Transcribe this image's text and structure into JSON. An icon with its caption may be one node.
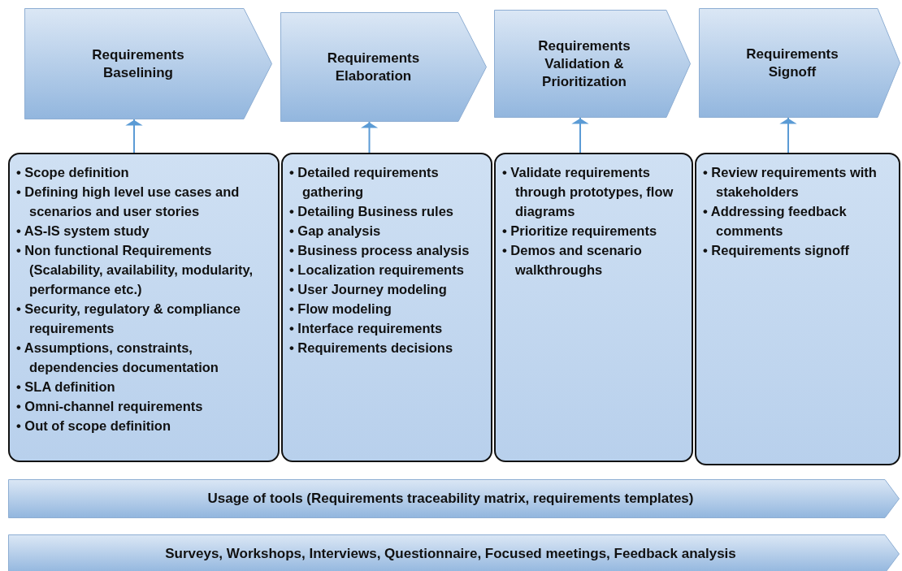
{
  "diagram": {
    "nodes": [
      {
        "text": [
          "Requirements Baselining"
        ]
      },
      {
        "text": [
          "Requirements Elaboration"
        ]
      },
      {
        "text": [
          "Requirements Validation & Prioritization"
        ]
      },
      {
        "text": [
          "Requirements Signoff"
        ]
      },
      {
        "text": [
          "• Scope definition",
          "• Defining high level use cases and scenarios and user stories",
          "• AS-IS system study",
          "• Non functional Requirements (Scalability, availability, modularity, performance etc.)",
          "• Security, regulatory & compliance requirements",
          "• Assumptions, constraints, dependencies documentation",
          "• SLA definition",
          "• Omni-channel requirements",
          "• Out of scope definition"
        ]
      },
      {
        "text": [
          "• Detailed requirements gathering",
          "• Detailing Business rules",
          "• Gap analysis",
          "• Business process analysis",
          "• Localization requirements",
          "• User Journey modeling",
          "• Flow modeling",
          "• Interface requirements",
          "• Requirements decisions"
        ]
      },
      {
        "text": [
          "• Validate requirements through prototypes, flow diagrams",
          "• Prioritize requirements",
          "• Demos and scenario walkthroughs"
        ]
      },
      {
        "text": [
          "• Review requirements with stakeholders",
          "• Addressing feedback comments",
          "• Requirements signoff"
        ]
      },
      {
        "text": [
          "Usage of tools (Requirements traceability matrix, requirements templates)"
        ]
      },
      {
        "text": [
          "Surveys, Workshops, Interviews, Questionnaire, Focused meetings, Feedback analysis"
        ]
      }
    ],
    "edges": [
      {
        "from": 4,
        "to": 0,
        "arrow": "to"
      },
      {
        "from": 5,
        "to": 1,
        "arrow": "to"
      },
      {
        "from": 6,
        "to": 2,
        "arrow": "to"
      },
      {
        "from": 7,
        "to": 3,
        "arrow": "to"
      }
    ]
  }
}
